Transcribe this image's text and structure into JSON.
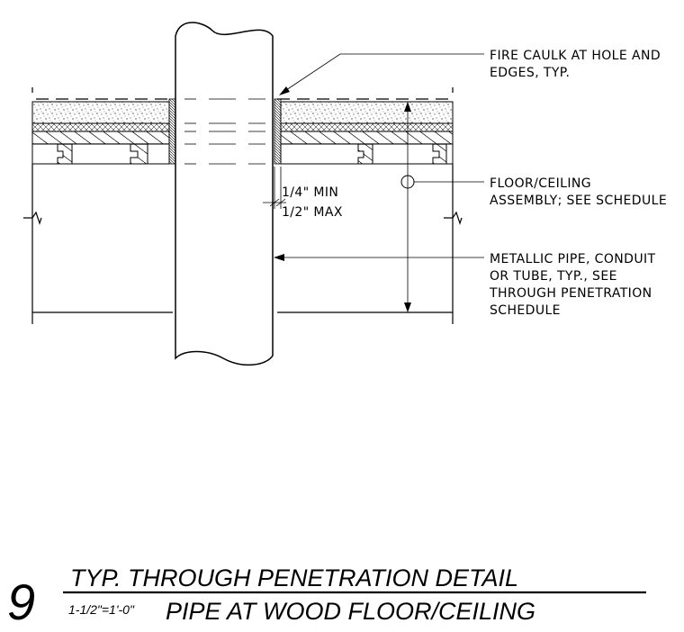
{
  "callouts": {
    "fire_caulk": [
      "FIRE CAULK AT HOLE AND",
      "EDGES, TYP."
    ],
    "assembly": [
      "FLOOR/CEILING",
      "ASSEMBLY; SEE SCHEDULE"
    ],
    "pipe": [
      "METALLIC PIPE, CONDUIT",
      "OR TUBE, TYP., SEE",
      "THROUGH PENETRATION",
      "SCHEDULE"
    ]
  },
  "dimension": {
    "min": "1/4\" MIN",
    "max": "1/2\" MAX"
  },
  "title_block": {
    "detail_number": "9",
    "title": "TYP. THROUGH PENETRATION DETAIL",
    "subtitle": "PIPE AT WOOD FLOOR/CEILING",
    "scale": "1-1/2\"=1'-0\""
  }
}
